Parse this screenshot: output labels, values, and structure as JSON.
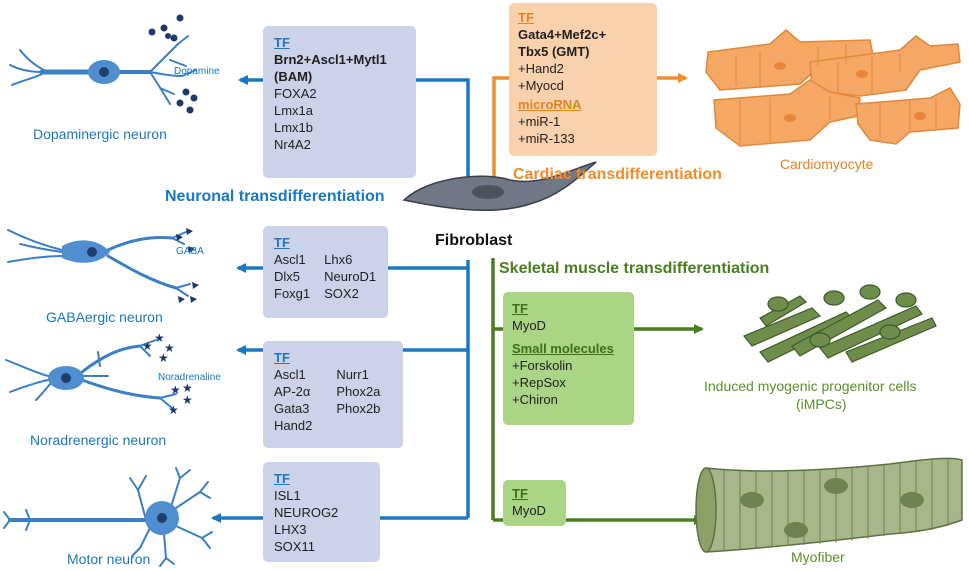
{
  "fibroblast": "Fibroblast",
  "sections": {
    "neuronal": "Neuronal transdifferentiation",
    "cardiac": "Cardiac transdifferentiation",
    "skeletal": "Skeletal muscle transdifferentiation"
  },
  "bam_box": {
    "header": "TF",
    "bold": "Brn2+Ascl1+Mytl1",
    "bold2": "(BAM)",
    "items": [
      "FOXA2",
      "Lmx1a",
      "Lmx1b",
      "Nr4A2"
    ]
  },
  "gaba_box": {
    "header": "TF",
    "col1": [
      "Ascl1",
      "Dlx5",
      "Foxg1"
    ],
    "col2": [
      "Lhx6",
      "NeuroD1",
      "SOX2"
    ]
  },
  "noradrenergic_box": {
    "header": "TF",
    "col1": [
      "Ascl1",
      "AP-2α",
      "Gata3",
      "Hand2"
    ],
    "col2": [
      "Nurr1",
      "Phox2a",
      "Phox2b"
    ]
  },
  "motor_box": {
    "header": "TF",
    "items": [
      "ISL1",
      "NEUROG2",
      "LHX3",
      "SOX11"
    ]
  },
  "cardiac_box": {
    "header": "TF",
    "bold1": "Gata4+Mef2c+",
    "bold2": "Tbx5 (GMT)",
    "items": [
      "+Hand2",
      "+Myocd"
    ],
    "header2": "microRNA",
    "items2": [
      "+miR-1",
      "+miR-133"
    ]
  },
  "impc_box": {
    "header": "TF",
    "item": "MyoD",
    "header2": "Small molecules",
    "items2": [
      "+Forskolin",
      "+RepSox",
      "+Chiron"
    ]
  },
  "myofiber_box": {
    "header": "TF",
    "item": "MyoD"
  },
  "labels": {
    "dopaminergic": "Dopaminergic neuron",
    "gabaergic": "GABAergic neuron",
    "noradrenergic": "Noradrenergic neuron",
    "motor": "Motor neuron",
    "cardiomyocyte": "Cardiomyocyte",
    "impc1": "Induced myogenic progenitor cells",
    "impc2": "(iMPCs)",
    "myofiber": "Myofiber"
  },
  "neurotransmitters": {
    "dopamine": "Dopamine",
    "gaba": "GABA",
    "noradrenaline": "Noradrenaline"
  },
  "colors": {
    "blue": "#1a78c2",
    "orange": "#f28c28",
    "green": "#4a7f1f",
    "neuron": "#3b7fc4",
    "cardio": "#f5a866",
    "muscle": "#6e8c4a"
  }
}
